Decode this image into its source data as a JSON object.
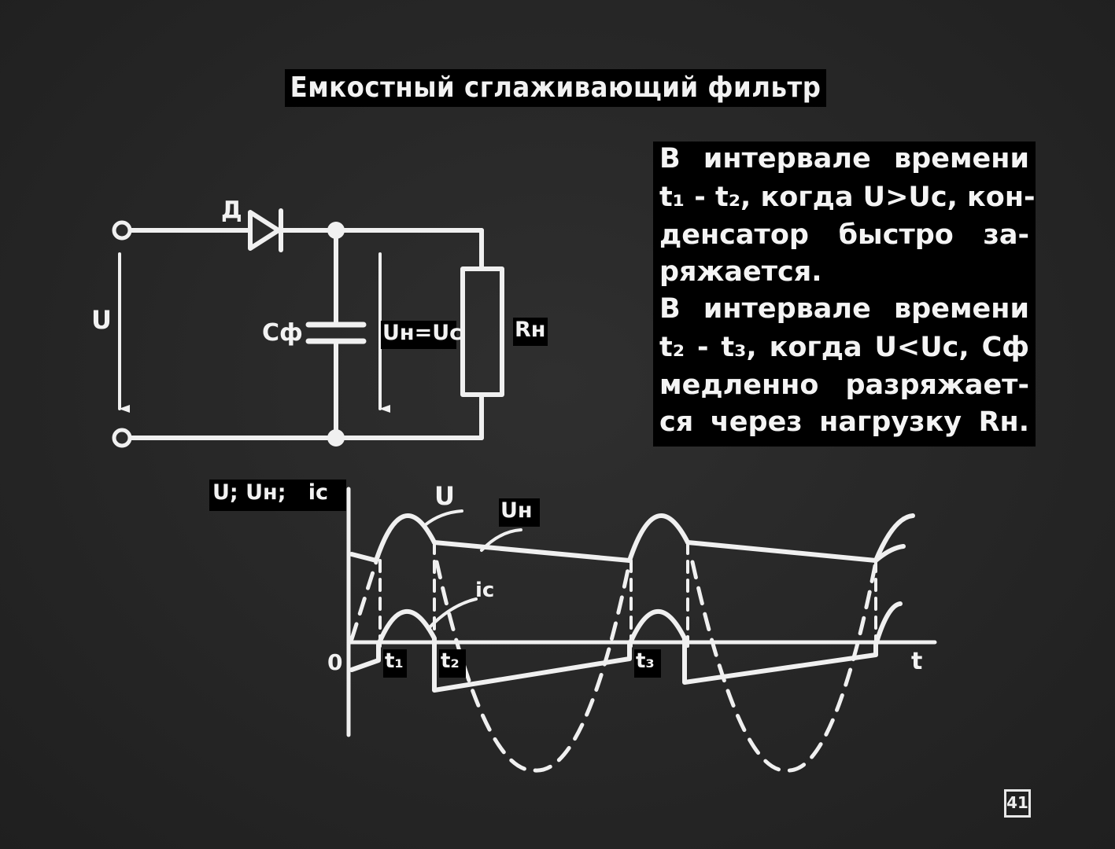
{
  "slide": {
    "title": "Емкостный сглаживающий фильтр",
    "page_number": "41"
  },
  "description": {
    "lines": [
      "В интервале времени",
      "t₁ - t₂, когда U>Uс, кон-",
      "денсатор быстро за-",
      "ряжается.",
      "В интервале времени",
      "t₂ - t₃, когда U<Uс, Сф",
      "медленно разряжает-",
      "ся через нагрузку Rн."
    ]
  },
  "circuit": {
    "diode_label": "Д",
    "input_voltage_label": "U",
    "capacitor_label": "Сф",
    "load_voltage_label": "Uн=Uс",
    "resistor_label": "Rн"
  },
  "graph": {
    "y_axis_label": "U; Uн;   iс",
    "origin_label": "0",
    "x_axis_label": "t",
    "tick_labels": [
      "t₁",
      "t₂",
      "t₃"
    ],
    "curve_labels": {
      "u": "U",
      "un": "Uн",
      "ic": "iс"
    }
  }
}
